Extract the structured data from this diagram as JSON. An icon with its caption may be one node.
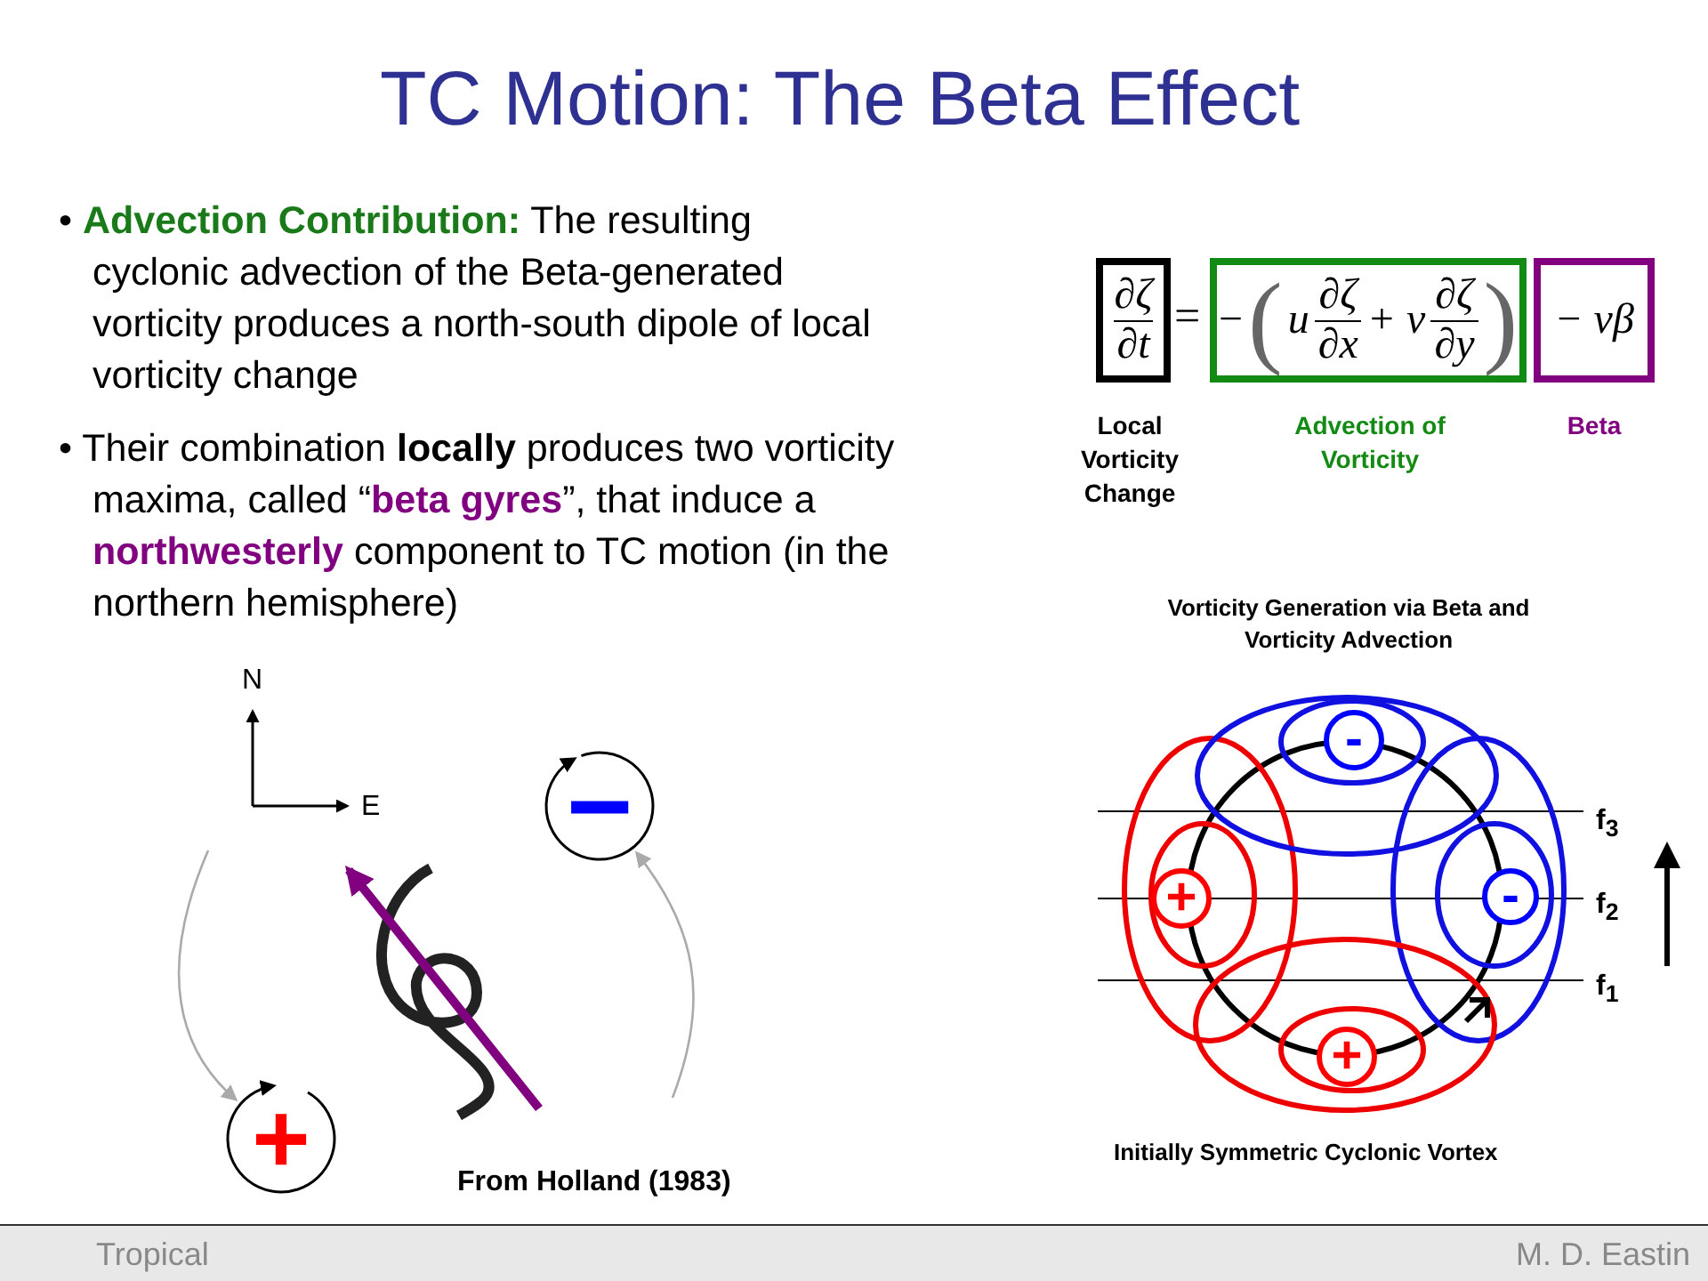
{
  "diagram": {
    "title": "TC Motion: The Beta Effect",
    "nodes": [
      {
        "text": [
          "∂ζ",
          "∂t"
        ],
        "beside": [
          "Local Vorticity Change"
        ]
      },
      {
        "text": [
          "−",
          "(",
          "u",
          "∂ζ",
          "∂x",
          "+ v",
          "∂ζ",
          "∂y",
          ")"
        ],
        "beside": [
          "Advection of Vorticity"
        ]
      },
      {
        "text": [
          "− vβ"
        ],
        "beside": [
          "Beta"
        ]
      },
      {
        "text": [
          "−"
        ]
      },
      {
        "text": [
          "+"
        ]
      },
      {
        "text": [
          "-"
        ]
      },
      {
        "text": [
          "+"
        ]
      },
      {
        "text": [
          "-"
        ]
      },
      {
        "text": [
          "+"
        ]
      }
    ],
    "edges": [
      {
        "from": null,
        "to": 4,
        "arrow": "to"
      },
      {
        "from": null,
        "to": 3,
        "arrow": "to"
      }
    ],
    "labels": [
      "• **Advection Contribution:** The resulting cyclonic advection of the Beta-generated vorticity produces a north-south dipole of local vorticity change",
      "• Their combination **locally** produces two vorticity maxima, called “**beta gyres**”, that induce a **northwesterly** component to TC motion (in the northern hemisphere)",
      "=",
      "N",
      "E",
      "From Holland (1983)",
      "Vorticity Generation via Beta and Vorticity Advection",
      "f$_{3}$",
      "f$_{2}$",
      "f$_{1}$",
      "Initially Symmetric Cyclonic Vortex",
      "Tropical",
      "M. D. Eastin"
    ]
  }
}
